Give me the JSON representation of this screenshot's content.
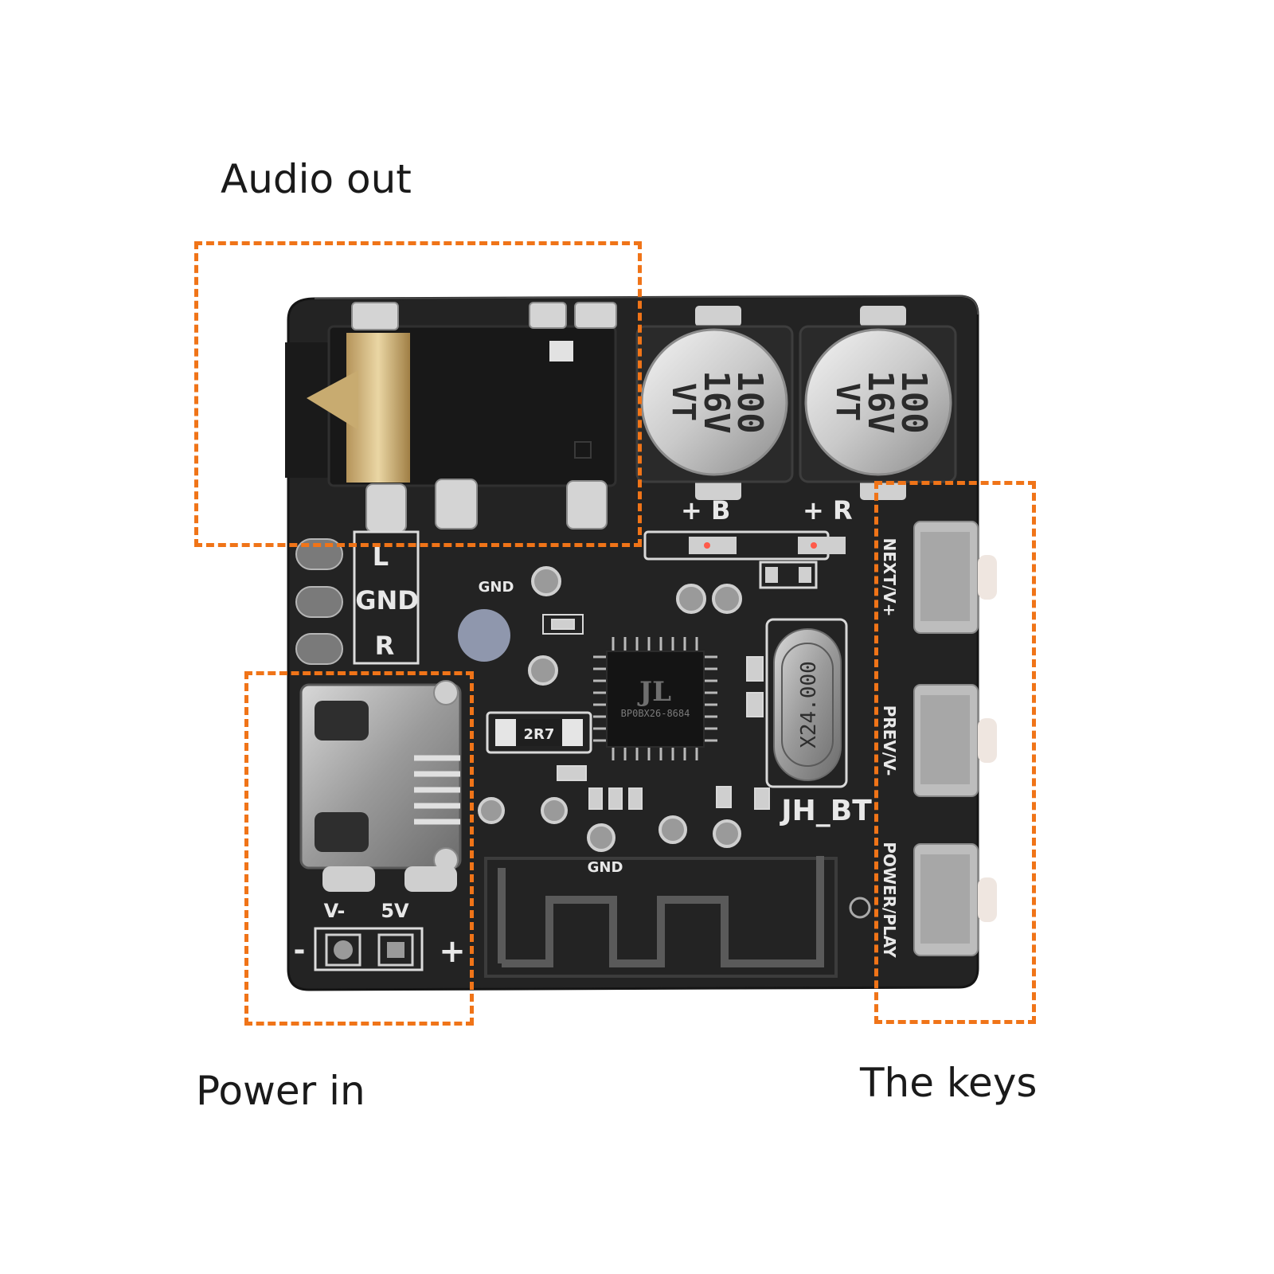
{
  "callouts": {
    "audio_out": "Audio out",
    "power_in": "Power in",
    "the_keys": "The keys"
  },
  "silkscreen": {
    "left": "L",
    "gnd": "GND",
    "right": "R",
    "gnd_small": "GND",
    "gnd_bottom": "GND",
    "minus_v": "V-",
    "five_v": "5V",
    "minus": "-",
    "plus": "+",
    "led_b": "+ B",
    "led_r": "+ R",
    "board_name": "JH_BT",
    "resistor": "2R7",
    "key1": "NEXT/V+",
    "key2": "PREV/V-",
    "key3": "POWER/PLAY"
  },
  "components": {
    "capacitor_value": "100",
    "capacitor_voltage": "16V",
    "capacitor_series": "VT",
    "chip_part": "BP0BX26-8684",
    "crystal": "X24.000"
  },
  "colors": {
    "accent": "#f07418",
    "pcb": "#232323",
    "silkscreen": "#e8e8e8",
    "text": "#1a1a1a"
  }
}
